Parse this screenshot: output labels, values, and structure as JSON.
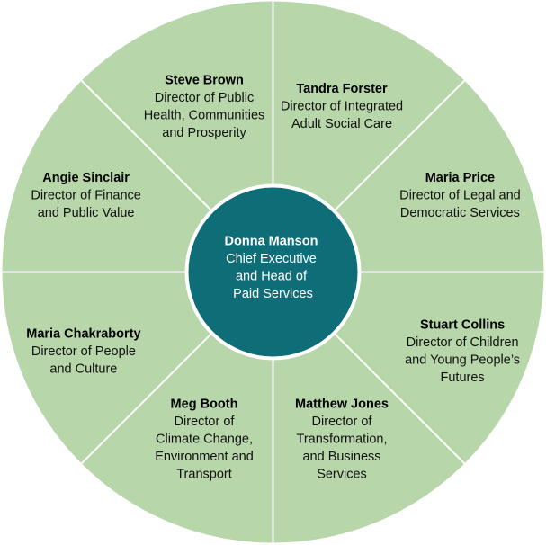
{
  "colors": {
    "segment_fill": "#b7d6a9",
    "divider": "#ffffff",
    "center_fill": "#0f6d77",
    "center_ring": "#ffffff"
  },
  "center": {
    "name": "Donna Manson",
    "role_lines": [
      "Chief Executive",
      "and Head of",
      "Paid Services"
    ]
  },
  "segments": [
    {
      "name": "Tandra Forster",
      "role_lines": [
        "Director of Integrated",
        "Adult Social Care"
      ]
    },
    {
      "name": "Maria Price",
      "role_lines": [
        "Director of Legal and",
        "Democratic Services"
      ]
    },
    {
      "name": "Stuart Collins",
      "role_lines": [
        "Director of Children",
        "and Young People’s",
        "Futures"
      ]
    },
    {
      "name": "Matthew Jones",
      "role_lines": [
        "Director of",
        "Transformation,",
        "and Business",
        "Services"
      ]
    },
    {
      "name": "Meg Booth",
      "role_lines": [
        "Director of",
        "Climate Change,",
        "Environment and",
        "Transport"
      ]
    },
    {
      "name": "Maria Chakraborty",
      "role_lines": [
        "Director of People",
        "and Culture"
      ]
    },
    {
      "name": "Angie Sinclair",
      "role_lines": [
        "Director of Finance",
        "and Public Value"
      ]
    },
    {
      "name": "Steve Brown",
      "role_lines": [
        "Director of Public",
        "Health, Communities",
        "and Prosperity"
      ]
    }
  ]
}
